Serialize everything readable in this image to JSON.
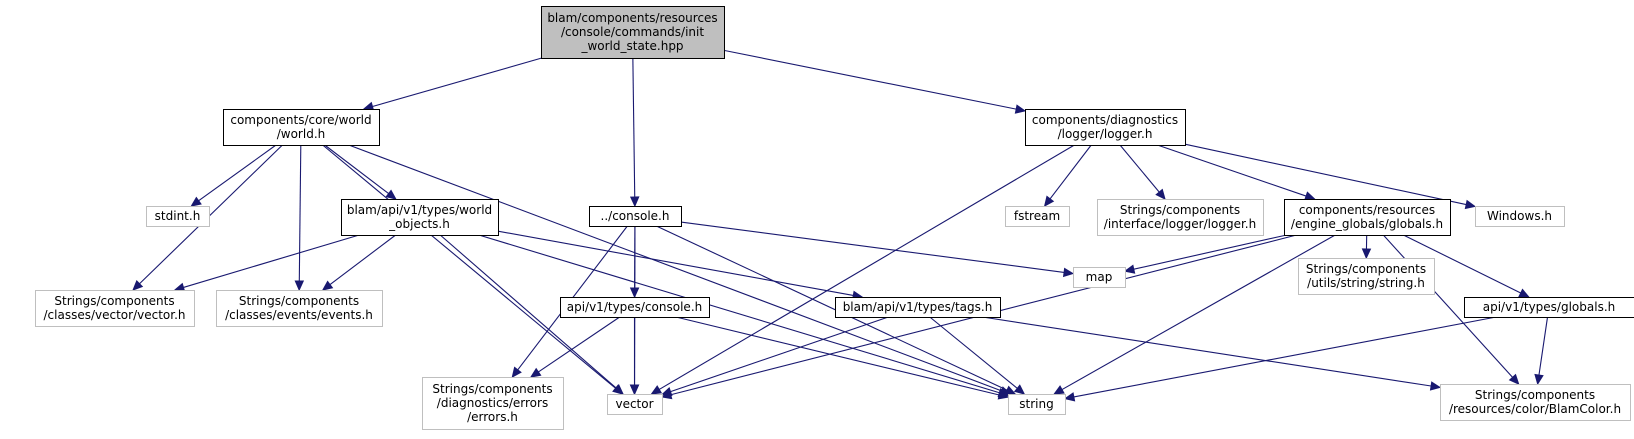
{
  "graph": {
    "title": "",
    "edge_color": "#191970",
    "nodes": [
      {
        "id": "root",
        "kind": "root",
        "lines": [
          "blam/components/resources",
          "/console/commands/init",
          "_world_state.hpp"
        ]
      },
      {
        "id": "world",
        "kind": "project",
        "lines": [
          "components/core/world",
          "/world.h"
        ]
      },
      {
        "id": "logger",
        "kind": "project",
        "lines": [
          "components/diagnostics",
          "/logger/logger.h"
        ]
      },
      {
        "id": "console",
        "kind": "project",
        "lines": [
          "../console.h"
        ]
      },
      {
        "id": "world_objects",
        "kind": "project",
        "lines": [
          "blam/api/v1/types/world",
          "_objects.h"
        ]
      },
      {
        "id": "globals",
        "kind": "project",
        "lines": [
          "components/resources",
          "/engine_globals/globals.h"
        ]
      },
      {
        "id": "api_console",
        "kind": "project",
        "lines": [
          "api/v1/types/console.h"
        ]
      },
      {
        "id": "tags",
        "kind": "project",
        "lines": [
          "blam/api/v1/types/tags.h"
        ]
      },
      {
        "id": "api_globals",
        "kind": "project",
        "lines": [
          "api/v1/types/globals.h"
        ]
      },
      {
        "id": "stdint",
        "kind": "system",
        "lines": [
          "stdint.h"
        ]
      },
      {
        "id": "fstream",
        "kind": "system",
        "lines": [
          "fstream"
        ]
      },
      {
        "id": "iface_logger",
        "kind": "system",
        "lines": [
          "Strings/components",
          "/interface/logger/logger.h"
        ]
      },
      {
        "id": "windows",
        "kind": "system",
        "lines": [
          "Windows.h"
        ]
      },
      {
        "id": "vector_h",
        "kind": "system",
        "lines": [
          "Strings/components",
          "/classes/vector/vector.h"
        ]
      },
      {
        "id": "events",
        "kind": "system",
        "lines": [
          "Strings/components",
          "/classes/events/events.h"
        ]
      },
      {
        "id": "map",
        "kind": "system",
        "lines": [
          "map"
        ]
      },
      {
        "id": "string_h",
        "kind": "system",
        "lines": [
          "Strings/components",
          "/utils/string/string.h"
        ]
      },
      {
        "id": "errors",
        "kind": "system",
        "lines": [
          "Strings/components",
          "/diagnostics/errors",
          "/errors.h"
        ]
      },
      {
        "id": "vector",
        "kind": "system",
        "lines": [
          "vector"
        ]
      },
      {
        "id": "string",
        "kind": "system",
        "lines": [
          "string"
        ]
      },
      {
        "id": "blamcolor",
        "kind": "system",
        "lines": [
          "Strings/components",
          "/resources/color/BlamColor.h"
        ]
      }
    ],
    "edges": [
      [
        "root",
        "world"
      ],
      [
        "root",
        "console"
      ],
      [
        "root",
        "logger"
      ],
      [
        "world",
        "stdint"
      ],
      [
        "world",
        "world_objects"
      ],
      [
        "world",
        "vector_h"
      ],
      [
        "world",
        "events"
      ],
      [
        "world",
        "vector"
      ],
      [
        "world",
        "string"
      ],
      [
        "world_objects",
        "vector_h"
      ],
      [
        "world_objects",
        "events"
      ],
      [
        "world_objects",
        "vector"
      ],
      [
        "world_objects",
        "tags"
      ],
      [
        "world_objects",
        "string"
      ],
      [
        "console",
        "api_console"
      ],
      [
        "console",
        "errors"
      ],
      [
        "console",
        "vector"
      ],
      [
        "console",
        "map"
      ],
      [
        "console",
        "string"
      ],
      [
        "api_console",
        "errors"
      ],
      [
        "api_console",
        "vector"
      ],
      [
        "api_console",
        "string"
      ],
      [
        "tags",
        "vector"
      ],
      [
        "tags",
        "string"
      ],
      [
        "tags",
        "blamcolor"
      ],
      [
        "logger",
        "vector"
      ],
      [
        "logger",
        "fstream"
      ],
      [
        "logger",
        "iface_logger"
      ],
      [
        "logger",
        "globals"
      ],
      [
        "logger",
        "windows"
      ],
      [
        "globals",
        "map"
      ],
      [
        "globals",
        "vector"
      ],
      [
        "globals",
        "string"
      ],
      [
        "globals",
        "string_h"
      ],
      [
        "globals",
        "api_globals"
      ],
      [
        "globals",
        "blamcolor"
      ],
      [
        "api_globals",
        "string"
      ],
      [
        "api_globals",
        "blamcolor"
      ]
    ]
  }
}
